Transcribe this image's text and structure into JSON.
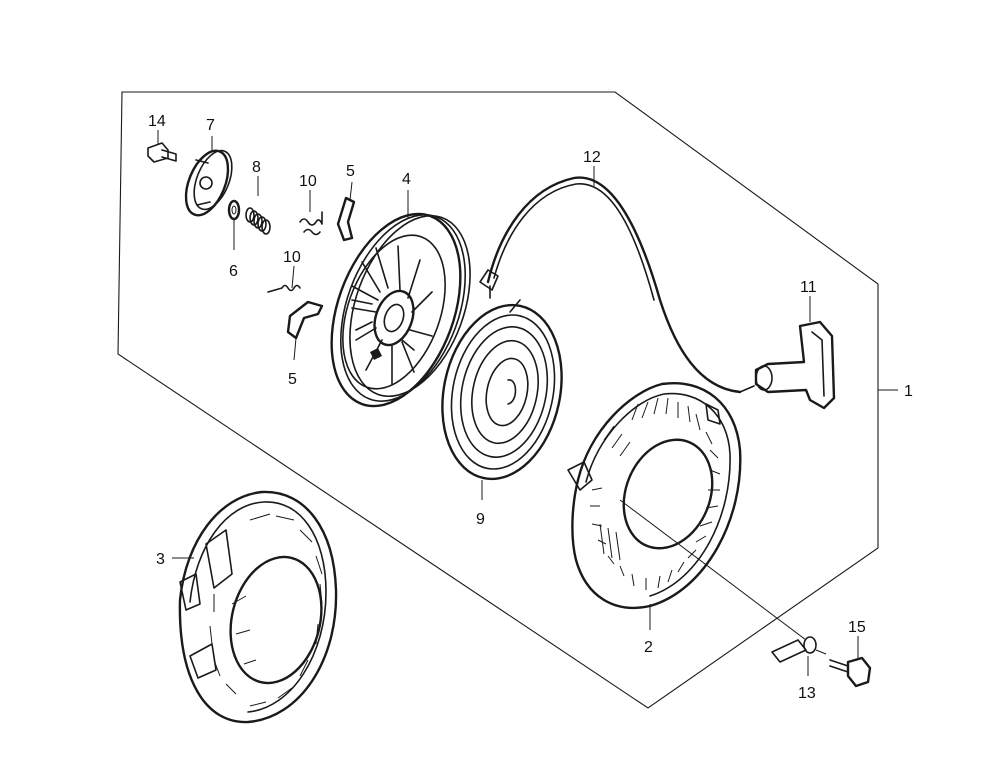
{
  "callouts": {
    "c1": "1",
    "c2": "2",
    "c3": "3",
    "c4": "4",
    "c5a": "5",
    "c5b": "5",
    "c6": "6",
    "c7": "7",
    "c8": "8",
    "c9": "9",
    "c10a": "10",
    "c10b": "10",
    "c11": "11",
    "c12": "12",
    "c13": "13",
    "c14": "14",
    "c15": "15"
  }
}
